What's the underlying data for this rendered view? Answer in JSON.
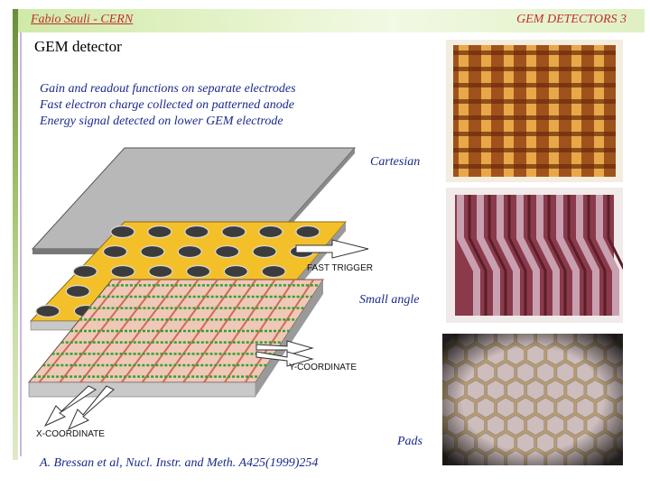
{
  "header": {
    "author": "Fabio Sauli - CERN",
    "slide_label": "GEM DETECTORS  3"
  },
  "title": "GEM detector",
  "bullets": [
    "Gain and readout functions on separate electrodes",
    "Fast electron charge collected on patterned anode",
    "Energy signal detected on lower GEM electrode"
  ],
  "diagram": {
    "fast_trigger": "FAST TRIGGER",
    "y_coordinate": "Y-COORDINATE",
    "x_coordinate": "X-COORDINATE"
  },
  "photos": {
    "cartesian": "Cartesian",
    "small_angle": "Small angle",
    "pads": "Pads"
  },
  "reference": "A. Bressan et al, Nucl. Instr. and Meth. A425(1999)254",
  "colors": {
    "header_text": "#c03030",
    "body_text": "#1a2a8a",
    "gem_foil": "#f4c02a",
    "readout_strip_green": "#2fa12f",
    "readout_strip_red": "#d06a5a"
  }
}
